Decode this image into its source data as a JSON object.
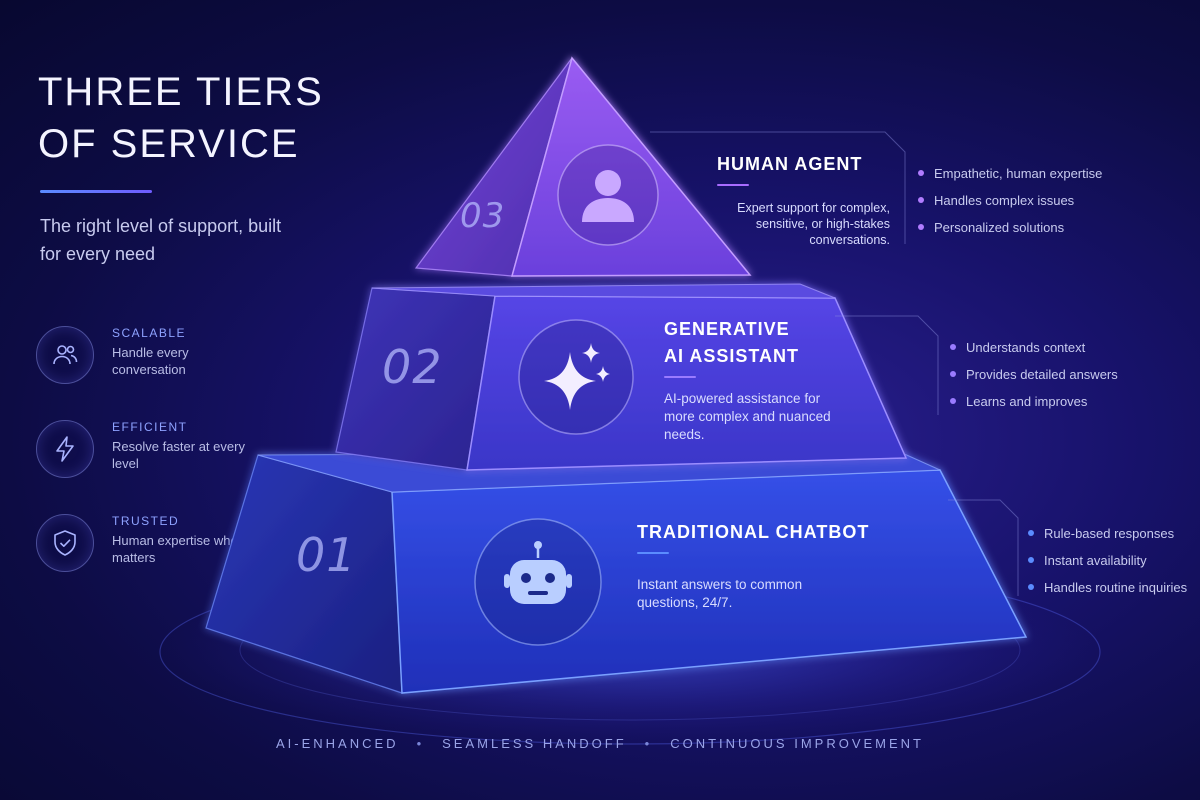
{
  "title": "THREE TIERS\nOF SERVICE",
  "subtitle": "The right level of support, built for every need",
  "colors": {
    "accent_blue": "#5b8cff",
    "accent_purple": "#a86cff",
    "tier3_face": "#7a48e6",
    "tier2_face": "#4b3fd8",
    "tier1_face": "#2a3ed0"
  },
  "features": [
    {
      "icon": "users-icon",
      "title": "SCALABLE",
      "desc": "Handle every conversation"
    },
    {
      "icon": "lightning-icon",
      "title": "EFFICIENT",
      "desc": "Resolve faster at every level"
    },
    {
      "icon": "shield-check-icon",
      "title": "TRUSTED",
      "desc": "Human expertise when it matters"
    }
  ],
  "tiers": [
    {
      "number": "03",
      "icon": "person-icon",
      "title": "HUMAN AGENT",
      "desc": "Expert support for complex, sensitive, or high-stakes conversations.",
      "bullets": [
        "Empathetic, human expertise",
        "Handles complex issues",
        "Personalized solutions"
      ]
    },
    {
      "number": "02",
      "icon": "sparkles-icon",
      "title": "GENERATIVE\nAI ASSISTANT",
      "desc": "AI-powered assistance for more complex and nuanced needs.",
      "bullets": [
        "Understands context",
        "Provides detailed answers",
        "Learns and improves"
      ]
    },
    {
      "number": "01",
      "icon": "robot-icon",
      "title": "TRADITIONAL CHATBOT",
      "desc": "Instant answers to common questions, 24/7.",
      "bullets": [
        "Rule-based responses",
        "Instant availability",
        "Handles routine inquiries"
      ]
    }
  ],
  "tagline": [
    "AI-ENHANCED",
    "SEAMLESS HANDOFF",
    "CONTINUOUS IMPROVEMENT"
  ],
  "tagline_separator": "•"
}
